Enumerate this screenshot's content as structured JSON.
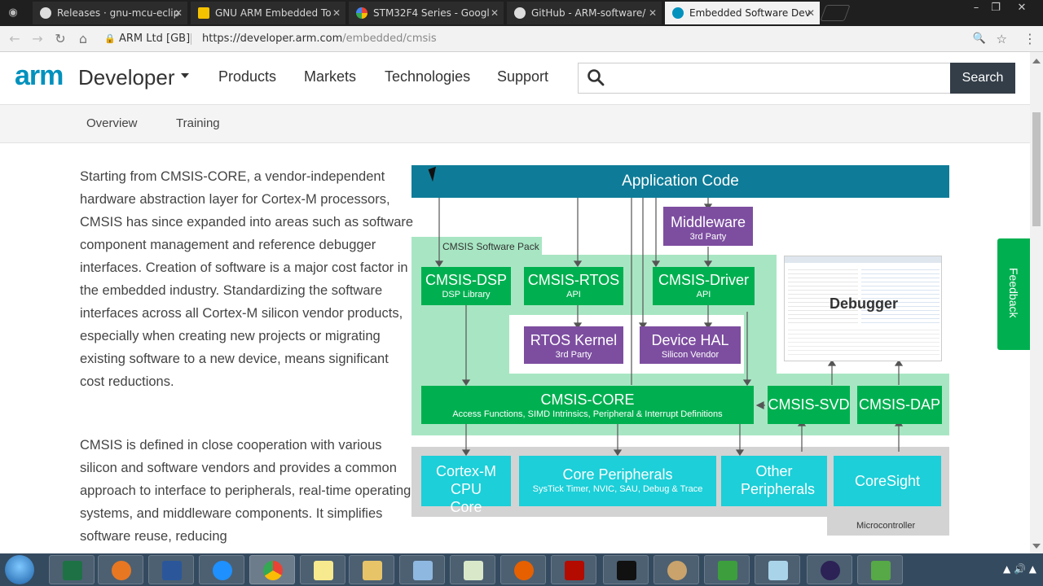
{
  "browser": {
    "tabs": [
      {
        "title": "Releases · gnu-mcu-eclip",
        "favicon": "github-icon"
      },
      {
        "title": "GNU ARM Embedded To",
        "favicon": "arm-icon"
      },
      {
        "title": "STM32F4 Series - Googl",
        "favicon": "google-icon"
      },
      {
        "title": "GitHub - ARM-software/",
        "favicon": "github-icon"
      },
      {
        "title": "Embedded Software Dev",
        "favicon": "arm-icon"
      }
    ],
    "site_identity": "ARM Ltd [GB]",
    "url_host": "https://developer.arm.com",
    "url_path": "/embedded/cmsis"
  },
  "header": {
    "logo_arm": "arm",
    "logo_developer": "Developer",
    "nav": [
      "Products",
      "Markets",
      "Technologies",
      "Support"
    ],
    "search_placeholder": "",
    "search_button": "Search"
  },
  "subnav": [
    "Overview",
    "Training"
  ],
  "content": {
    "paragraph1": "Starting from CMSIS-CORE, a vendor-independent hardware abstraction layer for Cortex-M processors, CMSIS has since expanded into areas such as software component management and reference debugger interfaces. Creation of software is a major cost factor in the embedded industry. Standardizing the software interfaces across all Cortex-M silicon vendor products, especially when creating new projects or migrating existing software to a new device, means significant cost reductions.",
    "paragraph2": "CMSIS is defined in close cooperation with various silicon and software vendors and provides a common approach to interface to peripherals, real-time operating systems, and middleware components. It simplifies software reuse, reducing"
  },
  "diagram": {
    "app_code": "Application Code",
    "middleware": "Middleware",
    "middleware_sub": "3rd Party",
    "pack_label": "CMSIS Software Pack",
    "dsp": "CMSIS-DSP",
    "dsp_sub": "DSP Library",
    "rtos": "CMSIS-RTOS",
    "rtos_sub": "API",
    "driver": "CMSIS-Driver",
    "driver_sub": "API",
    "debugger": "Debugger",
    "rtos_kernel": "RTOS Kernel",
    "rtos_kernel_sub": "3rd Party",
    "device_hal": "Device HAL",
    "device_hal_sub": "Silicon Vendor",
    "core": "CMSIS-CORE",
    "core_sub": "Access Functions, SIMD Intrinsics, Peripheral & Interrupt Definitions",
    "svd": "CMSIS-SVD",
    "dap": "CMSIS-DAP",
    "cortex_m": "Cortex-M CPU Core",
    "core_periph": "Core Peripherals",
    "core_periph_sub": "SysTick Timer, NVIC, SAU, Debug & Trace",
    "other_periph": "Other Peripherals",
    "coresight": "CoreSight",
    "microcontroller": "Microcontroller"
  },
  "feedback": "Feedback",
  "colors": {
    "arm_blue": "#0091bd",
    "app_teal": "#0e7c98",
    "cmsis_green": "#00b050",
    "third_party_purple": "#7d4ea0",
    "hw_cyan": "#1ccfd8",
    "pack_pale_green": "#a8e6c3",
    "feedback_green": "#00b050"
  }
}
